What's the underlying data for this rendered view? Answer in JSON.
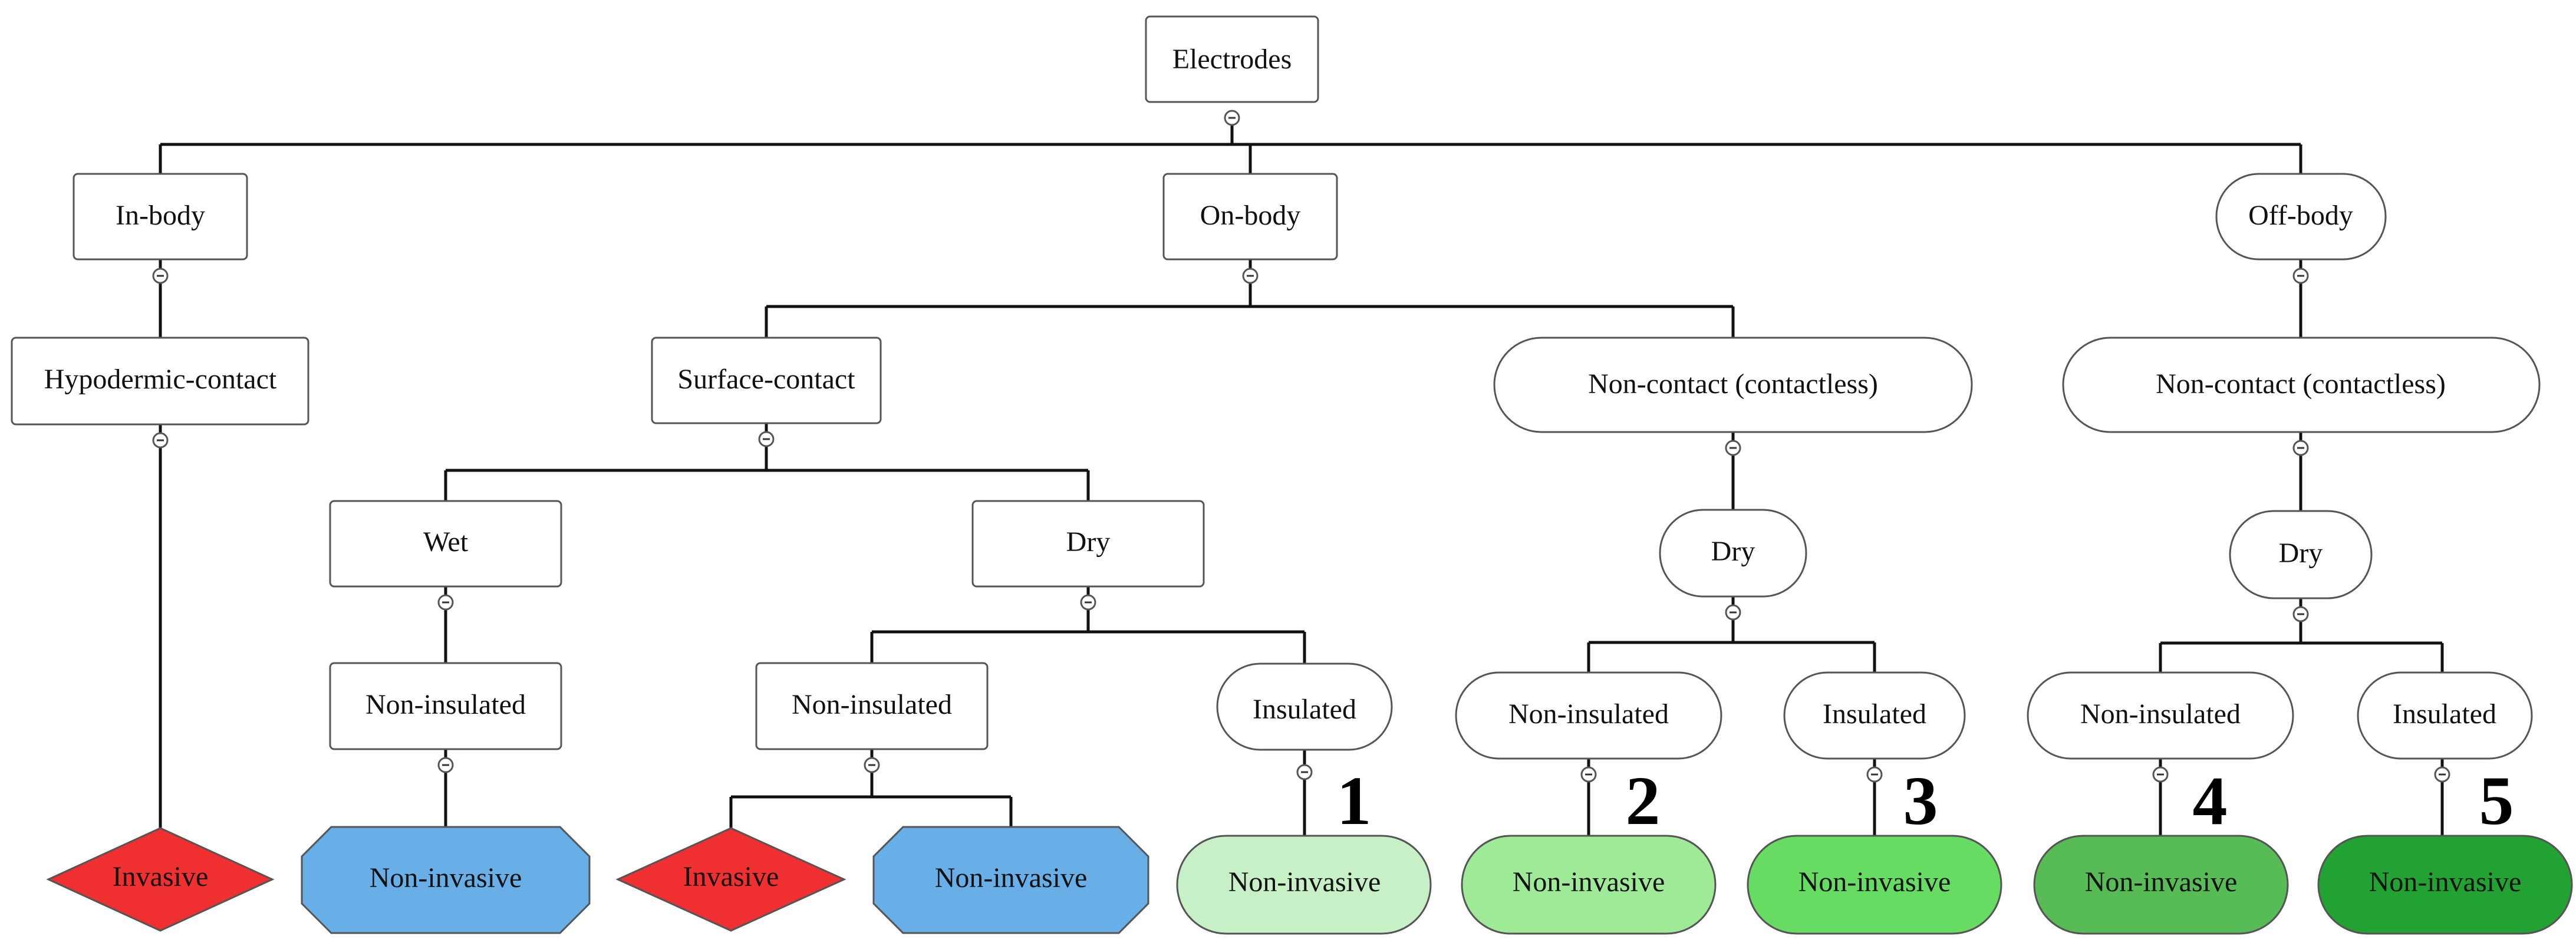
{
  "diagram": {
    "nodes": {
      "root": {
        "label": "Electrodes"
      },
      "in_body": {
        "label": "In-body"
      },
      "on_body": {
        "label": "On-body"
      },
      "off_body": {
        "label": "Off-body"
      },
      "hypodermic": {
        "label": "Hypodermic-contact"
      },
      "surface": {
        "label": "Surface-contact"
      },
      "noncontact_on": {
        "label": "Non-contact (contactless)"
      },
      "noncontact_off": {
        "label": "Non-contact (contactless)"
      },
      "wet": {
        "label": "Wet"
      },
      "dry_surface": {
        "label": "Dry"
      },
      "dry_nc_on": {
        "label": "Dry"
      },
      "dry_nc_off": {
        "label": "Dry"
      },
      "noninsul_wet": {
        "label": "Non-insulated"
      },
      "noninsul_dry": {
        "label": "Non-insulated"
      },
      "insul_dry": {
        "label": "Insulated"
      },
      "noninsul_nc_on": {
        "label": "Non-insulated"
      },
      "insul_nc_on": {
        "label": "Insulated"
      },
      "noninsul_nc_off": {
        "label": "Non-insulated"
      },
      "insul_nc_off": {
        "label": "Insulated"
      }
    },
    "leaves": {
      "invasive_1": {
        "label": "Invasive",
        "color": "#f03030"
      },
      "noninvasive_wet": {
        "label": "Non-invasive",
        "color": "#67afe6"
      },
      "invasive_2": {
        "label": "Invasive",
        "color": "#f03030"
      },
      "noninvasive_dry": {
        "label": "Non-invasive",
        "color": "#67afe6"
      },
      "noninvasive_1": {
        "label": "Non-invasive",
        "color": "#c8f0c6",
        "number": "1"
      },
      "noninvasive_2": {
        "label": "Non-invasive",
        "color": "#9eea96",
        "number": "2"
      },
      "noninvasive_3": {
        "label": "Non-invasive",
        "color": "#67dc62",
        "number": "3"
      },
      "noninvasive_4": {
        "label": "Non-invasive",
        "color": "#58bc56",
        "number": "4"
      },
      "noninvasive_5": {
        "label": "Non-invasive",
        "color": "#22a232",
        "number": "5"
      }
    },
    "colors": {
      "line": "#111111",
      "node_border": "#555555",
      "invasive": "#f03030",
      "noninvasive_blue": "#67afe6"
    }
  }
}
